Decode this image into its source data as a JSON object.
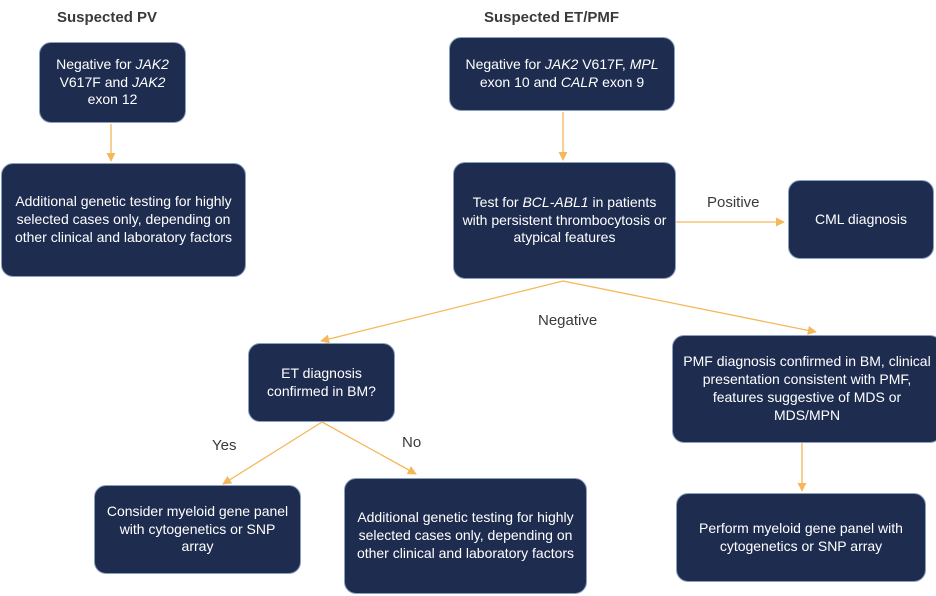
{
  "headers": {
    "pv": "Suspected PV",
    "et_pmf": "Suspected ET/PMF"
  },
  "boxes": {
    "pv_negative": {
      "parts": [
        {
          "t": "Negative for ",
          "i": false
        },
        {
          "t": "JAK2",
          "i": true
        },
        {
          "t": " V617F and ",
          "i": false
        },
        {
          "t": "JAK2",
          "i": true
        },
        {
          "t": " exon 12",
          "i": false
        }
      ]
    },
    "pv_additional": {
      "parts": [
        {
          "t": "Additional genetic testing for highly selected cases only, depending on other clinical and laboratory factors",
          "i": false
        }
      ]
    },
    "et_negative": {
      "parts": [
        {
          "t": "Negative for ",
          "i": false
        },
        {
          "t": "JAK2",
          "i": true
        },
        {
          "t": " V617F, ",
          "i": false
        },
        {
          "t": "MPL",
          "i": true
        },
        {
          "t": " exon 10 and ",
          "i": false
        },
        {
          "t": "CALR",
          "i": true
        },
        {
          "t": " exon 9",
          "i": false
        }
      ]
    },
    "bcr_test": {
      "parts": [
        {
          "t": "Test for ",
          "i": false
        },
        {
          "t": "BCL-ABL1",
          "i": true
        },
        {
          "t": " in patients with persistent thrombocytosis or atypical features",
          "i": false
        }
      ]
    },
    "cml": {
      "parts": [
        {
          "t": "CML diagnosis",
          "i": false
        }
      ]
    },
    "et_confirmed": {
      "parts": [
        {
          "t": "ET diagnosis confirmed in BM?",
          "i": false
        }
      ]
    },
    "pmf_confirmed": {
      "parts": [
        {
          "t": "PMF diagnosis confirmed in BM, clinical presentation consistent with PMF, features suggestive of MDS or MDS/MPN",
          "i": false
        }
      ]
    },
    "consider_panel": {
      "parts": [
        {
          "t": "Consider myeloid gene panel with cytogenetics or SNP array",
          "i": false
        }
      ]
    },
    "et_additional": {
      "parts": [
        {
          "t": "Additional genetic testing for highly selected cases only, depending on other clinical and laboratory factors",
          "i": false
        }
      ]
    },
    "perform_panel": {
      "parts": [
        {
          "t": "Perform myeloid gene panel with cytogenetics or SNP array",
          "i": false
        }
      ]
    }
  },
  "edge_labels": {
    "positive": "Positive",
    "negative": "Negative",
    "yes": "Yes",
    "no": "No"
  },
  "colors": {
    "box_fill": "#1e2d4f",
    "arrow": "#f5b75a"
  }
}
